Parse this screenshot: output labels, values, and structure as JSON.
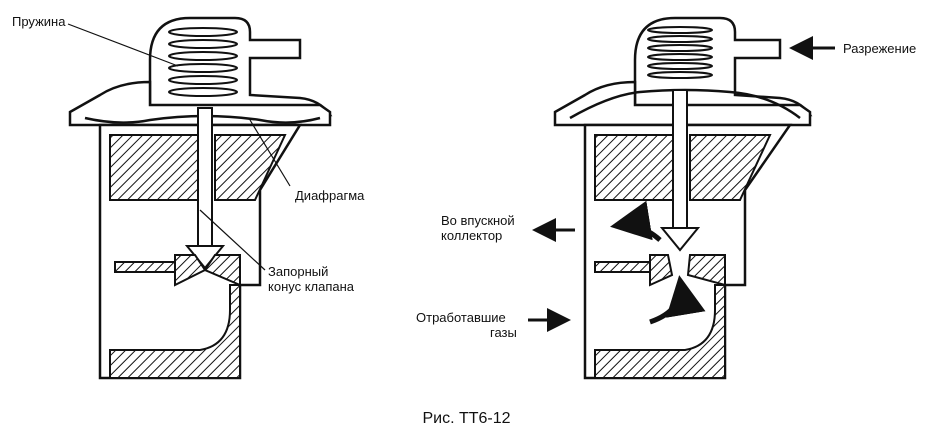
{
  "labels": {
    "spring": "Пружина",
    "diaphragm": "Диафрагма",
    "valve_cone_line1": "Запорный",
    "valve_cone_line2": "конус клапана",
    "vacuum": "Разрежение",
    "to_intake_line1": "Во впускной",
    "to_intake_line2": "коллектор",
    "exhaust_line1": "Отработавшие",
    "exhaust_line2": "газы"
  },
  "caption": "Рис. ТТ6-12"
}
